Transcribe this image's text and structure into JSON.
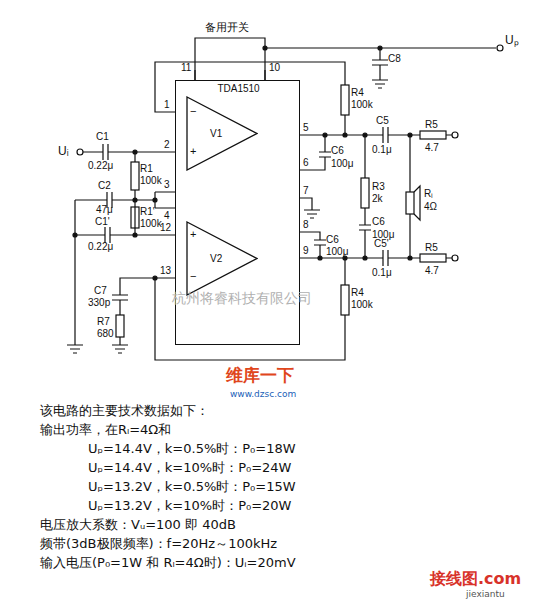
{
  "diagram": {
    "nodes": [
      {
        "text": [
          "TDA1510"
        ]
      },
      {
        "text": [
          "V1"
        ],
        "in": 0
      },
      {
        "text": [
          "V2"
        ],
        "in": 0
      }
    ],
    "labels": [
      "备用开关",
      "Uₚ",
      "C8",
      "11",
      "10",
      "1",
      "2",
      "3",
      "4",
      "12",
      "13",
      "5",
      "6",
      "7",
      "8",
      "9",
      "−",
      "+",
      "+",
      "−",
      "R4",
      "100k",
      "C5",
      "0.1μ",
      "R5",
      "4.7",
      "C6",
      "100μ",
      "R3",
      "2k",
      "C6",
      "100μ",
      "C6",
      "100μ",
      "C5'",
      "0.1μ",
      "R5",
      "4.7",
      "Rₗ",
      "4Ω",
      "R4",
      "100k",
      "Uᵢ",
      "C1",
      "0.22μ",
      "R1",
      "100k",
      "C2",
      "47μ",
      "R1'",
      "100k",
      "C1'",
      "0.22μ",
      "C7",
      "330p",
      "R7",
      "680",
      "杭州将睿科技有限公司",
      "维库一下",
      "www.dzsc.com",
      "该电路的主要技术数据如下：",
      "输出功率，在Rₗ=4Ω和",
      "Uₚ=14.4V，k=0.5%时：P₀=18W",
      "Uₚ=14.4V，k=10%时：P₀=24W",
      "Uₚ=13.2V，k=0.5%时：P₀=15W",
      "Uₚ=13.2V，k=10%时：P₀=20W",
      "电压放大系数：Vᵤ=100 即 40dB",
      "频带(3dB极限频率)：f=20Hz～100kHz",
      "输入电压(P₀=1W 和 Rₗ=4Ω时)：Uᵢ=20mV",
      "接线图.com",
      "jiexiantu"
    ]
  }
}
